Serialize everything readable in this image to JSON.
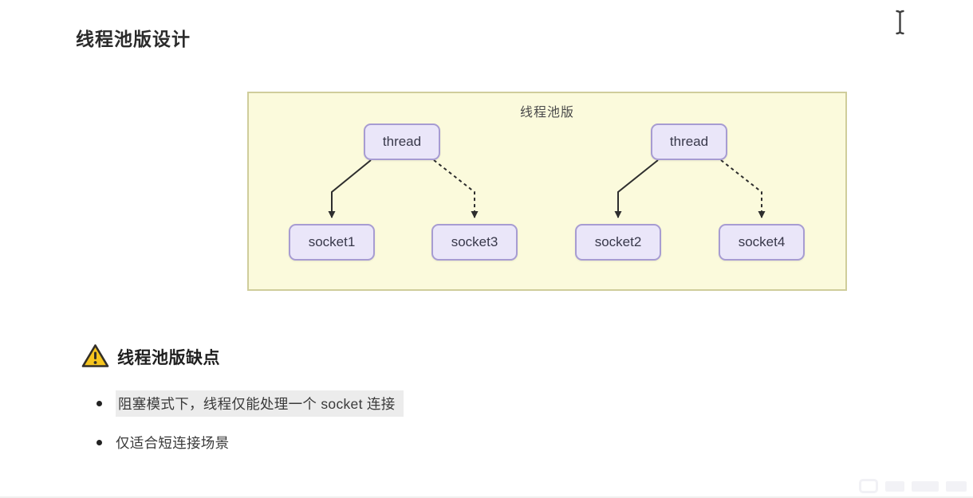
{
  "page": {
    "title": "线程池版设计"
  },
  "diagram": {
    "title": "线程池版",
    "threads": [
      {
        "id": "thread-1",
        "label": "thread"
      },
      {
        "id": "thread-2",
        "label": "thread"
      }
    ],
    "sockets": [
      {
        "id": "socket-1",
        "label": "socket1"
      },
      {
        "id": "socket-3",
        "label": "socket3"
      },
      {
        "id": "socket-2",
        "label": "socket2"
      },
      {
        "id": "socket-4",
        "label": "socket4"
      }
    ],
    "edges": [
      {
        "from": "thread-1",
        "to": "socket-1",
        "style": "solid"
      },
      {
        "from": "thread-1",
        "to": "socket-3",
        "style": "dashed"
      },
      {
        "from": "thread-2",
        "to": "socket-2",
        "style": "solid"
      },
      {
        "from": "thread-2",
        "to": "socket-4",
        "style": "dashed"
      }
    ],
    "colors": {
      "container_bg": "#fbfadc",
      "container_border": "#cfcd9b",
      "node_bg": "#eae6f9",
      "node_border": "#a79cd2",
      "arrow": "#2e2e2e"
    }
  },
  "warning": {
    "icon": "warning-triangle-icon",
    "icon_color": "#f6c51e",
    "heading": "线程池版缺点",
    "bullets": [
      "阻塞模式下，线程仅能处理一个 socket 连接",
      "仅适合短连接场景"
    ]
  },
  "cursor": {
    "type": "text-ibeam"
  }
}
